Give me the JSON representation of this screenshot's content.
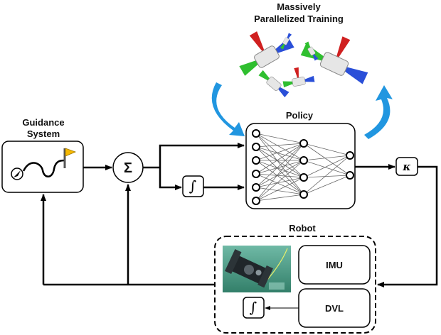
{
  "titles": {
    "training_line1": "Massively",
    "training_line2": "Parallelized Training",
    "policy": "Policy",
    "guidance_line1": "Guidance",
    "guidance_line2": "System",
    "robot": "Robot"
  },
  "blocks": {
    "sum_symbol": "Σ",
    "integrator_symbol": "∫",
    "gain_symbol": "κ",
    "imu": "IMU",
    "dvl": "DVL"
  },
  "colors": {
    "arrow_blue": "#2196e0",
    "line": "#000000",
    "flag": "#f5b800",
    "photo_water": "#3f8f7a"
  },
  "policy_network": {
    "layer_sizes": [
      6,
      4,
      2
    ]
  }
}
